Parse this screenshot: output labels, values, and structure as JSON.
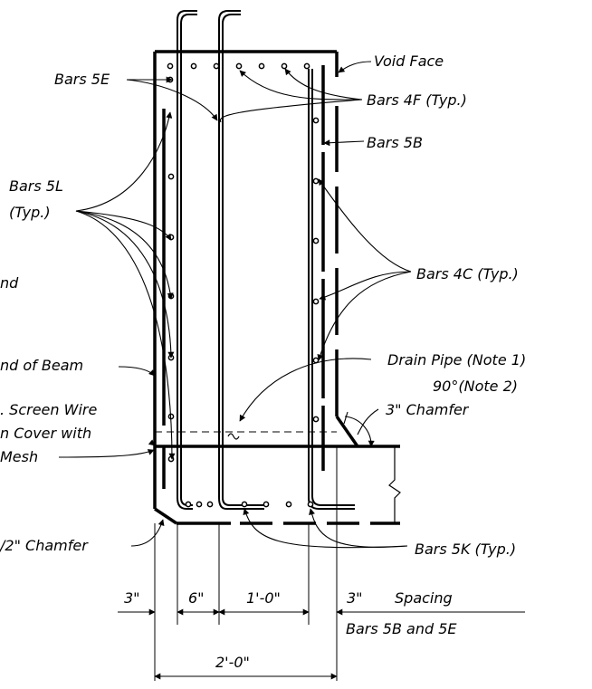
{
  "labels": {
    "void_face": "Void Face",
    "bars_5e": "Bars 5E",
    "bars_4f": "Bars 4F (Typ.)",
    "bars_5b": "Bars 5B",
    "bars_5l": "Bars 5L",
    "typ": "(Typ.)",
    "nd_fragment": "nd",
    "bars_4c": "Bars 4C (Typ.)",
    "end_of_beam": "nd of Beam",
    "drain_pipe": "Drain Pipe (Note 1)",
    "angle_note": "90°(Note 2)",
    "chamfer_3in": "3\" Chamfer",
    "screen_wire": ". Screen Wire",
    "cover_with": "n Cover with",
    "mesh": "Mesh",
    "chamfer_half": "/2\" Chamfer",
    "bars_5k": "Bars 5K (Typ.)",
    "dim_3in_left": "3\"",
    "dim_6in": "6\"",
    "dim_1ft": "1'-0\"",
    "dim_3in_right": "3\"",
    "spacing": "Spacing",
    "bars_5b_5e": "Bars 5B and 5E",
    "dim_2ft": "2'-0\""
  }
}
